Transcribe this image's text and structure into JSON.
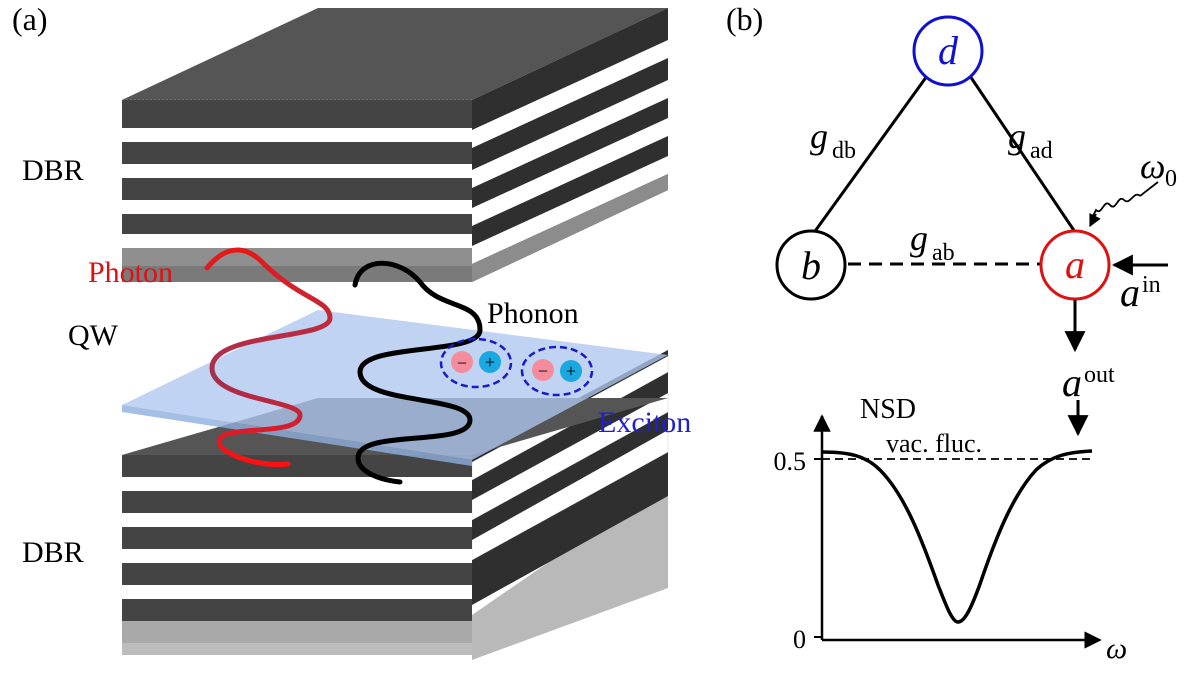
{
  "panel_a": {
    "label": "(a)",
    "dbr_top_label": "DBR",
    "dbr_bottom_label": "DBR",
    "qw_label": "QW",
    "photon_label": "Photon",
    "phonon_label": "Phonon",
    "exciton_label": "Exciton",
    "minus_sign": "−",
    "plus_sign": "+"
  },
  "panel_b": {
    "label": "(b)",
    "nodes": {
      "d": "d",
      "b": "b",
      "a": "a"
    },
    "couplings": {
      "g_db_main": "g",
      "g_db_sub": "db",
      "g_ad_main": "g",
      "g_ad_sub": "ad",
      "g_ab_main": "g",
      "g_ab_sub": "ab"
    },
    "drive": {
      "omega_main": "ω",
      "omega_sub": "0"
    },
    "input": {
      "main": "a",
      "sup": "in"
    },
    "output": {
      "main": "a",
      "sup": "out"
    },
    "plot": {
      "y_axis_label": "NSD",
      "x_axis_label": "ω",
      "tick_05": "0.5",
      "tick_0": "0",
      "vac_label": "vac. fluc."
    },
    "colors": {
      "d": "#1010d0",
      "a": "#e01010",
      "b": "#000000"
    }
  },
  "colors": {
    "photon": "#e01010",
    "exciton": "#1f1fd6",
    "qw": "#aac4ec",
    "dbr_dark": "#3c3c3c"
  }
}
